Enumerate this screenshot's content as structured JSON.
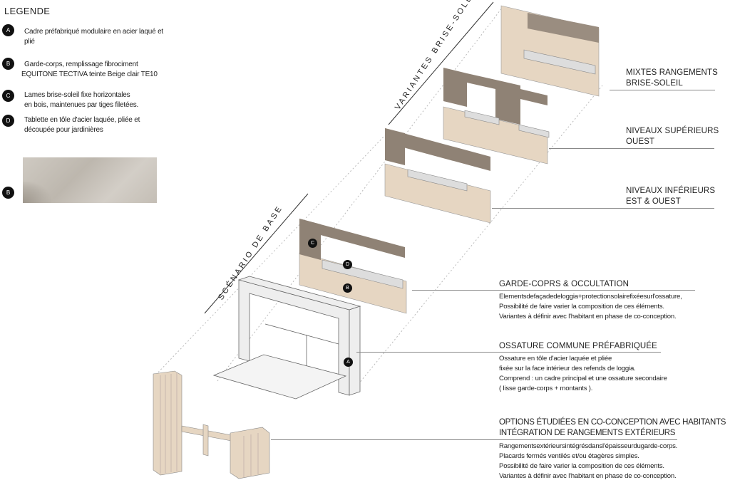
{
  "legend": {
    "title": "LEGENDE",
    "items": [
      {
        "badge": "A",
        "text": [
          "Cadre préfabriqué modulaire en acier laqué et",
          "plié"
        ]
      },
      {
        "badge": "B",
        "text": [
          "Garde-corps, remplissage fibrociment",
          "EQUITONE TECTIVA teinte Beige clair TE10"
        ]
      },
      {
        "badge": "C",
        "text": [
          "Lames brise-soleil fixe horizontales",
          "en bois, maintenues par tiges filetées."
        ]
      },
      {
        "badge": "D",
        "text": [
          "Tablette en tôle d'acier laquée, pliée et",
          "découpée pour jardinières"
        ]
      }
    ],
    "swatch_badge": "B"
  },
  "section_labels": {
    "variantes": "VARIANTES BRISE-SOLEIL",
    "scenario": "SCÉNARIO DE BASE"
  },
  "callouts": {
    "mixtes": [
      "MIXTES RANGEMENTS",
      "BRISE-SOLEIL"
    ],
    "superieurs": [
      "NIVEAUX SUPÉRIEURS",
      "OUEST"
    ],
    "inferieurs": [
      "NIVEAUX INFÉRIEURS",
      "EST & OUEST"
    ],
    "garde_corps": {
      "title": "GARDE-COPRS & OCCULTATION",
      "lines": [
        "Elementsdefaçadedeloggia+protectionsolairefixéesurl'ossature,",
        "Possibilité de faire varier la composition de ces éléments.",
        "Variantes à définir avec l'habitant en phase de co-conception."
      ]
    },
    "ossature": {
      "title": "OSSATURE COMMUNE PRÉFABRIQUÉE",
      "lines": [
        "Ossature en tôle d'acier laquée et pliée",
        "fixée sur la face intérieur des refends de loggia.",
        "Comprend : un cadre principal et une ossature secondaire",
        "( lisse garde-corps + montants )."
      ]
    },
    "options": {
      "title": [
        "OPTIONS ÉTUDIÉES EN CO-CONCEPTION AVEC HABITANTS",
        "INTÉGRATION DE RANGEMENTS EXTÉRIEURS"
      ],
      "lines": [
        "Rangementsextérieursintégrésdansl'épaisseurdugarde-corps.",
        "Placards fermés ventilés et/ou étagères simples.",
        "Possibilité de faire varier la composition de ces éléments.",
        "Variantes à définir avec l'habitant en phase de co-conception."
      ]
    }
  },
  "drawing_badges": [
    "C",
    "D",
    "B",
    "A"
  ],
  "colors": {
    "panel": "#e6d6c2",
    "panel_dark": "#cdbba4",
    "slat": "#8c7f72",
    "frame": "#e8e8e8"
  }
}
